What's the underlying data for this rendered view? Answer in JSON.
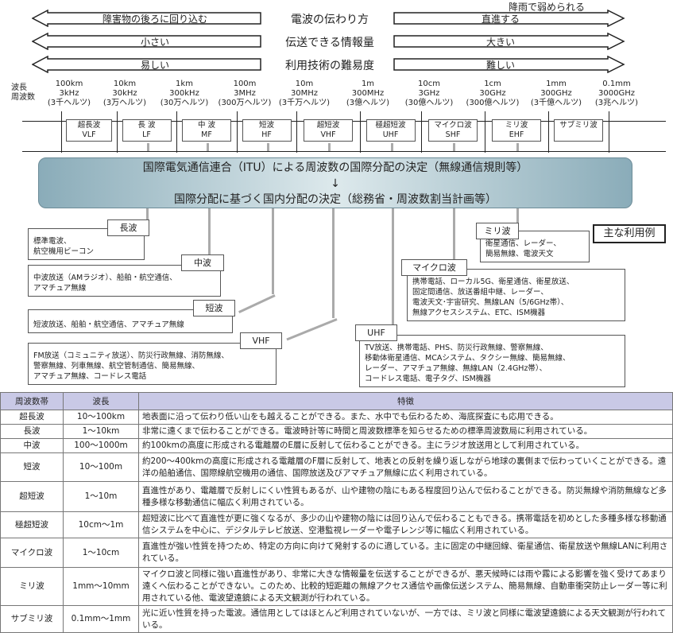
{
  "header": {
    "rows": [
      {
        "left": "障害物の後ろに回り込む",
        "center": "電波の伝わり方",
        "right": "直進する"
      },
      {
        "left": "小さい",
        "center": "伝送できる情報量",
        "right": "大きい"
      },
      {
        "left": "易しい",
        "center": "利用技術の難易度",
        "right": "難しい"
      }
    ],
    "rain_note": "降雨で弱められる"
  },
  "scale": {
    "label_wavelength": "波長",
    "label_frequency": "周波数",
    "columns": [
      {
        "wl": "100km",
        "f": "3kHz",
        "jp": "(3千ヘルツ)"
      },
      {
        "wl": "10km",
        "f": "30kHz",
        "jp": "(3万ヘルツ)"
      },
      {
        "wl": "1km",
        "f": "300kHz",
        "jp": "(30万ヘルツ)"
      },
      {
        "wl": "100m",
        "f": "3MHz",
        "jp": "(300万ヘルツ)"
      },
      {
        "wl": "10m",
        "f": "30MHz",
        "jp": "(3千万ヘルツ)"
      },
      {
        "wl": "1m",
        "f": "300MHz",
        "jp": "(3億ヘルツ)"
      },
      {
        "wl": "10cm",
        "f": "3GHz",
        "jp": "(30億ヘルツ)"
      },
      {
        "wl": "1cm",
        "f": "30GHz",
        "jp": "(300億ヘルツ)"
      },
      {
        "wl": "1mm",
        "f": "300GHz",
        "jp": "(3千億ヘルツ)"
      },
      {
        "wl": "0.1mm",
        "f": "3000GHz",
        "jp": "(3兆ヘルツ)"
      }
    ]
  },
  "bands": [
    {
      "jp": "超長波",
      "en": "VLF"
    },
    {
      "jp": "長 波",
      "en": "LF"
    },
    {
      "jp": "中 波",
      "en": "MF"
    },
    {
      "jp": "短波",
      "en": "HF"
    },
    {
      "jp": "超短波",
      "en": "VHF"
    },
    {
      "jp": "極超短波",
      "en": "UHF"
    },
    {
      "jp": "マイクロ波",
      "en": "SHF"
    },
    {
      "jp": "ミリ波",
      "en": "EHF"
    },
    {
      "jp": "サブミリ波",
      "en": ""
    }
  ],
  "itu": {
    "line1": "国際電気通信連合（ITU）による周波数の国際分配の決定（無線通信規則等）",
    "arrow": "↓",
    "line2": "国際分配に基づく国内分配の決定（総務省・周波数割当計画等）"
  },
  "legend": "主な利用例",
  "usage": {
    "lf": {
      "label": "長波",
      "lines": [
        "標準電波、",
        "航空機用ビーコン"
      ]
    },
    "mf": {
      "label": "中波",
      "lines": [
        "中波放送（AMラジオ）、船舶・航空通信、",
        "アマチュア無線"
      ]
    },
    "hf": {
      "label": "短波",
      "lines": [
        "短波放送、船舶・航空通信、アマチュア無線"
      ]
    },
    "vhf": {
      "label": "VHF",
      "lines": [
        "FM放送（コミュニティ放送）、防災行政無線、消防無線、",
        "警察無線、列車無線、航空管制通信、簡易無線、",
        "アマチュア無線、コードレス電話"
      ]
    },
    "uhf": {
      "label": "UHF",
      "lines": [
        "TV放送、携帯電話、PHS、防災行政無線、警察無線、",
        "移動体衛星通信、MCAシステム、タクシー無線、簡易無線、",
        "レーダー、アマチュア無線、無線LAN（2.4GHz帯）、",
        "コードレス電話、電子タグ、ISM機器"
      ]
    },
    "shf": {
      "label": "マイクロ波",
      "lines": [
        "携帯電話、ローカル5G、衛星通信、衛星放送、",
        "固定間通信、放送番組中継、レーダー、",
        "電波天文･宇宙研究、無線LAN（5/6GHz帯）、",
        "無線アクセスシステム、ETC、ISM機器"
      ]
    },
    "ehf": {
      "label": "ミリ波",
      "lines": [
        "衛星通信、レーダー、",
        "簡易無線、電波天文"
      ]
    }
  },
  "table": {
    "headers": [
      "周波数帯",
      "波長",
      "特徴"
    ],
    "rows": [
      [
        "超長波",
        "10～100km",
        "地表面に沿って伝わり低い山をも越えることができる。また、水中でも伝わるため、海底探査にも応用できる。"
      ],
      [
        "長波",
        "1～10km",
        "非常に遠くまで伝わることができる。電波時計等に時間と周波数標準を知らせるための標準周波数局に利用されている。"
      ],
      [
        "中波",
        "100～1000m",
        "約100kmの高度に形成される電離層のE層に反射して伝わることができる。主にラジオ放送用として利用されている。"
      ],
      [
        "短波",
        "10～100m",
        "約200～400kmの高度に形成される電離層のF層に反射して、地表との反射を繰り返しながら地球の裏側まで伝わっていくことができる。遠洋の船舶通信、国際線航空機用の通信、国際放送及びアマチュア無線に広く利用されている。"
      ],
      [
        "超短波",
        "1～10m",
        "直進性があり、電離層で反射しにくい性質もあるが、山や建物の陰にもある程度回り込んで伝わることができる。防災無線や消防無線など多種多様な移動通信に幅広く利用されている。"
      ],
      [
        "極超短波",
        "10cm～1m",
        "超短波に比べて直進性が更に強くなるが、多少の山や建物の陰には回り込んで伝わることもできる。携帯電話を初めとした多種多様な移動通信システムを中心に、デジタルテレビ放送、空港監視レーダーや電子レンジ等に幅広く利用されている。"
      ],
      [
        "マイクロ波",
        "1～10cm",
        "直進性が強い性質を持つため、特定の方向に向けて発射するのに適している。主に固定の中継回線、衛星通信、衛星放送や無線LANに利用されている。"
      ],
      [
        "ミリ波",
        "1mm～10mm",
        "マイクロ波と同様に強い直進性があり、非常に大きな情報量を伝送することができるが、悪天候時には雨や霧による影響を強く受けてあまり遠くへ伝わることができない。このため、比較的短距離の無線アクセス通信や画像伝送システム、簡易無線、自動車衝突防止レーダー等に利用されている他、電波望遠鏡による天文観測が行われている。"
      ],
      [
        "サブミリ波",
        "0.1mm～1mm",
        "光に近い性質を持った電波。通信用としてはほとんど利用されていないが、一方では、ミリ波と同様に電波望遠鏡による天文観測が行われている。"
      ]
    ]
  },
  "colors": {
    "itu_dark": "#8aacb9",
    "itu_light": "#dde9ec",
    "table_header": "#c9c9e6",
    "connector": "#aaaaaa"
  }
}
